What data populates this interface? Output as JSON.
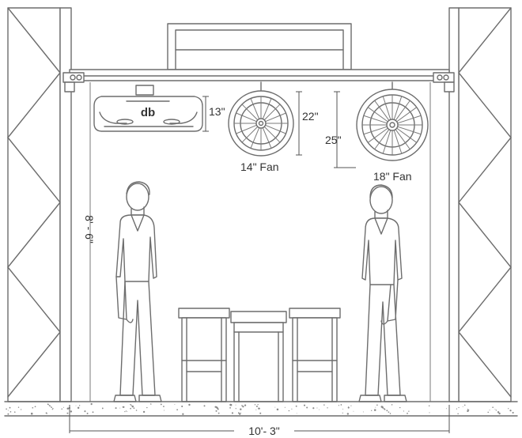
{
  "dimensions": {
    "ac_height": "13\"",
    "fan_small_drop": "22\"",
    "fan_large_drop": "25\"",
    "ceiling_height": "8' - 6\"",
    "width": "10'- 3\""
  },
  "equipment": {
    "ac_logo": "db",
    "fan_small_label": "14\" Fan",
    "fan_large_label": "18\" Fan"
  },
  "colors": {
    "line": "#6d6d6d",
    "dimension": "#555555",
    "text": "#333333"
  }
}
